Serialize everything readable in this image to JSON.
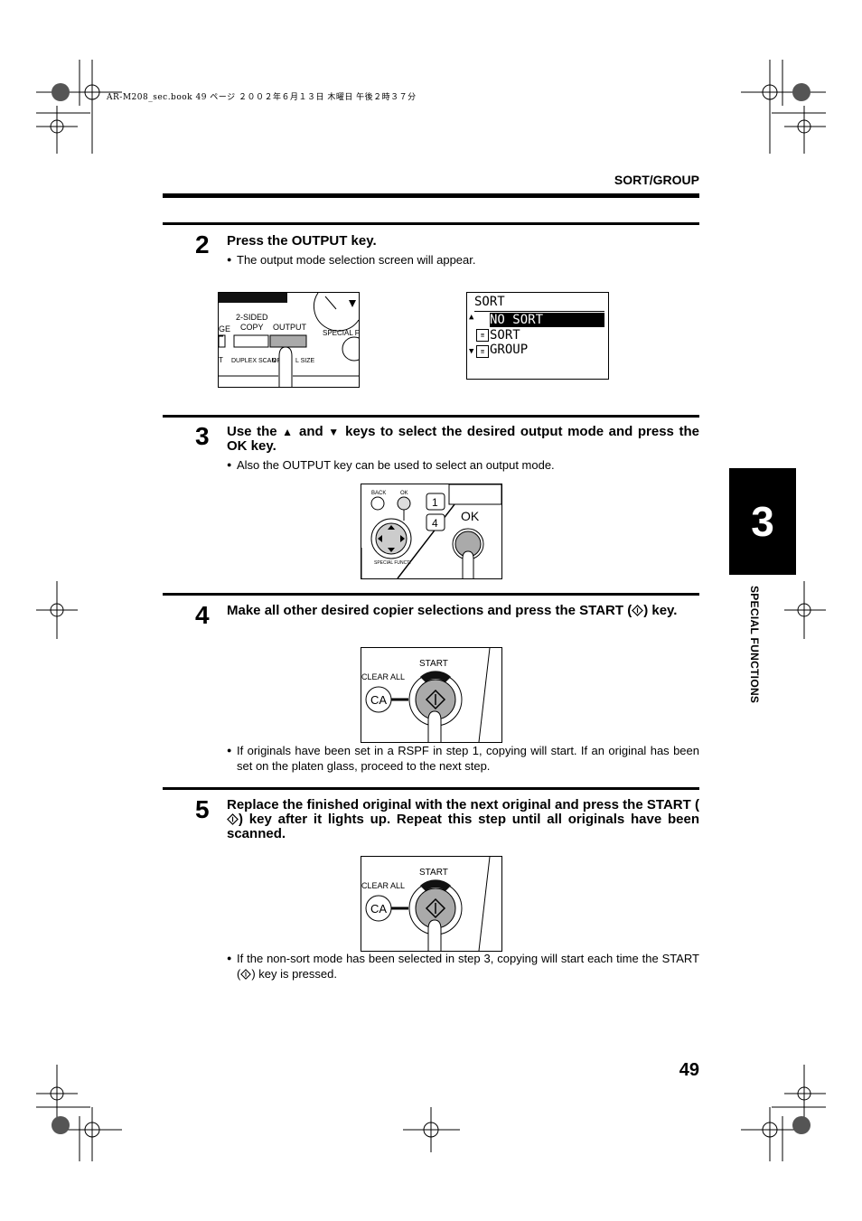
{
  "header": {
    "file_info": "AR-M208_sec.book  49 ページ  ２００２年６月１３日  木曜日  午後２時３７分",
    "section_title": "SORT/GROUP"
  },
  "steps": [
    {
      "number": "2",
      "instruction": "Press the OUTPUT key.",
      "bullets": [
        "The output mode selection screen will appear."
      ]
    },
    {
      "number": "3",
      "instruction_parts": [
        "Use the ",
        "▲",
        " and ",
        "▼",
        " keys to select the desired output mode and press the OK key."
      ],
      "bullets": [
        "Also the OUTPUT key can be used to select an output mode."
      ]
    },
    {
      "number": "4",
      "instruction_parts": [
        "Make all other desired copier selections and press the START (",
        ") key."
      ],
      "bullets": [
        "If originals have been set in a RSPF in step 1, copying will start. If an original has been set on the platen glass, proceed to the next step."
      ]
    },
    {
      "number": "5",
      "instruction_parts": [
        "Replace the finished original with the next original and press the START (",
        ") key after it lights up. Repeat this step until all originals have been scanned."
      ],
      "bullets_parts": [
        "If the non-sort mode has been selected in step 3, copying will start each time the START (",
        ") key is pressed."
      ]
    }
  ],
  "figures": {
    "panel_output": {
      "labels": [
        "GE",
        "2-SIDED",
        "COPY",
        "OUTPUT",
        "SPECIAL FU",
        "T",
        "DUPLEX SCAN",
        "OR",
        "L SIZE"
      ]
    },
    "lcd_screen": {
      "title": "SORT",
      "items": [
        "NO SORT",
        "SORT",
        "GROUP"
      ],
      "selected_index": 0
    },
    "panel_ok": {
      "labels": [
        "BACK",
        "OK",
        "1",
        "4",
        "OK",
        "SPECIAL FUNCTI"
      ]
    },
    "start_key": {
      "labels": [
        "START",
        "CLEAR ALL",
        "CA"
      ]
    }
  },
  "side_tab": {
    "chapter": "3",
    "label": "SPECIAL FUNCTIONS"
  },
  "page_number": "49"
}
